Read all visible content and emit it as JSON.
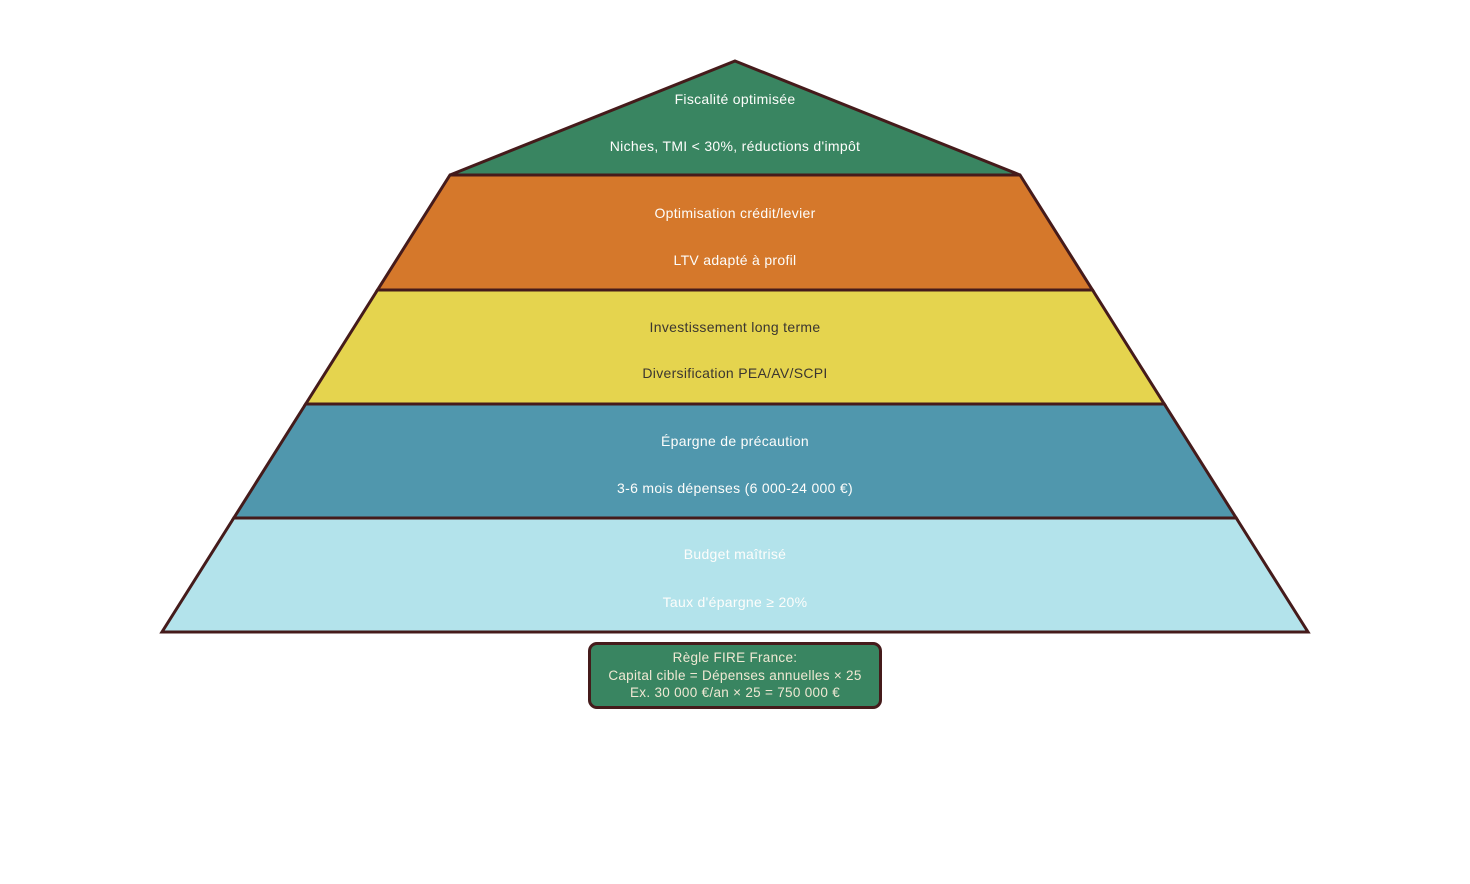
{
  "diagram": {
    "type": "pyramid",
    "title": "FIRE France savings pyramid",
    "outline_color": "#451b1b",
    "layers": [
      {
        "title": "Fiscalité optimisée",
        "subtitle": "Niches, TMI < 30%, réductions d'impôt",
        "color": "#398561",
        "text_color": "#fdfdfb"
      },
      {
        "title": "Optimisation crédit/levier",
        "subtitle": "LTV adapté à profil",
        "color": "#d5782b",
        "text_color": "#fdfdfb"
      },
      {
        "title": "Investissement long terme",
        "subtitle": "Diversification PEA/AV/SCPI",
        "color": "#e5d44e",
        "text_color": "#3b3630"
      },
      {
        "title": "Épargne de précaution",
        "subtitle": "3-6 mois dépenses (6 000-24 000 €)",
        "color": "#5097ad",
        "text_color": "#fdfdfb"
      },
      {
        "title": "Budget maîtrisé",
        "subtitle": "Taux d'épargne ≥ 20%",
        "color": "#b3e3eb",
        "text_color": "#fdfdfb"
      }
    ],
    "note_box": {
      "fill": "#398561",
      "border_color": "#451b1b",
      "text_color": "#efe8d3",
      "lines": [
        "Règle FIRE France:",
        "Capital cible = Dépenses annuelles × 25",
        "Ex. 30 000 €/an × 25 = 750 000 €"
      ]
    }
  }
}
